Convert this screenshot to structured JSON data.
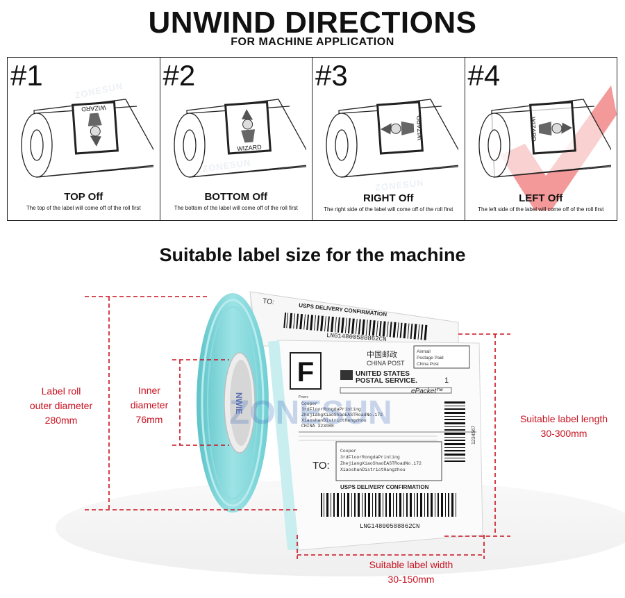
{
  "header": {
    "title": "UNWIND DIRECTIONS",
    "subtitle": "FOR MACHINE APPLICATION"
  },
  "panels": [
    {
      "number": "#1",
      "title": "TOP Off",
      "description": "The top of the label will come off of the roll first",
      "label_text": "WIZARD"
    },
    {
      "number": "#2",
      "title": "BOTTOM Off",
      "description": "The bottom of the label will come off of the roll first",
      "label_text": "WIZARD"
    },
    {
      "number": "#3",
      "title": "RIGHT Off",
      "description": "The right side of the label will come off of the roll first",
      "label_text": "WIZARD"
    },
    {
      "number": "#4",
      "title": "LEFT Off",
      "description": "The left side of the label will come off of the roll first",
      "label_text": "WIZARD"
    }
  ],
  "watermark": "ZONESUN",
  "size_section": {
    "title": "Suitable label size for the machine",
    "outer_diameter": {
      "line1": "Label roll",
      "line2": "outer diameter",
      "line3": "280mm"
    },
    "inner_diameter": {
      "line1": "Inner",
      "line2": "diameter",
      "line3": "76mm"
    },
    "label_length": {
      "line1": "Suitable label length",
      "line2": "30-300mm"
    },
    "label_width": {
      "line1": "Suitable label width",
      "line2": "30-150mm"
    }
  },
  "shipping_label": {
    "to_prefix": "TO:",
    "confirmation": "USPS DELIVERY CONFIRMATION",
    "tracking": "LNG14800588862CN",
    "letter": "F",
    "china_post": "中国邮政",
    "china_post_en": "CHINA POST",
    "usps_line1": "UNITED STATES",
    "usps_line2": "POSTAL SERVICE.",
    "epacket": "ePacket™",
    "airmail_1": "Airmail",
    "airmail_2": "Postage Paid",
    "airmail_3": "China Post",
    "count": "1",
    "from_label": "From:",
    "sender_name": "Cooper",
    "sender_1": "3rdFloorRongdaPrinting",
    "sender_2": "ZhejiangXiaoShaoEASTRoadNo.172",
    "sender_3": "XiaoshanDistrictHangzhou",
    "sender_4": "CHINA 323088",
    "recipient_name": "Cooper",
    "recipient_1": "3rdFloorRongdaPrinting",
    "recipient_2": "ZhejiangXiaoShaoEASTRoadNo.172",
    "recipient_3": "XiaoshanDistrictHangzhou",
    "vertical_code": "1234567",
    "core_text": "NWIE"
  },
  "colors": {
    "dimension_red": "#c8101e",
    "roll_edge_teal": "#7fd6d8",
    "check_mark": "#f07c7c"
  }
}
